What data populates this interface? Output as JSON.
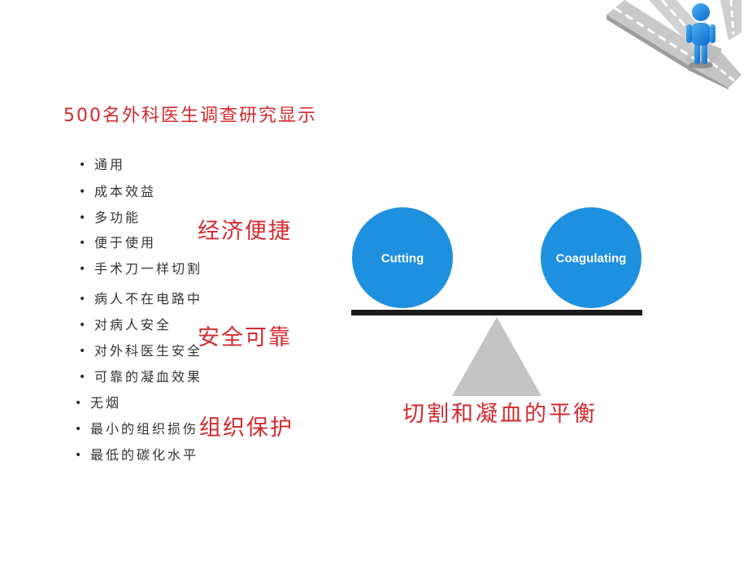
{
  "slide": {
    "title": "500名外科医生调查研究显示",
    "bullet_symbol": "•",
    "bullets": [
      "通用",
      "成本效益",
      "多功能",
      "便于使用",
      "手术刀一样切割",
      "病人不在电路中",
      "对病人安全",
      "对外科医生安全",
      "可靠的凝血效果",
      "无烟",
      "最小的组织损伤",
      "最低的碳化水平"
    ],
    "group_labels": [
      "经济便捷",
      "安全可靠",
      "组织保护"
    ],
    "balance": {
      "left_label": "Cutting",
      "right_label": "Coagulating",
      "caption": "切割和凝血的平衡"
    }
  },
  "decoration": {
    "icon": "person-on-crossroads-icon"
  },
  "colors": {
    "accent_red": "#d22a2f",
    "circle_blue": "#1e90e0",
    "beam": "#1a1a1a",
    "fulcrum": "#c4c4c4",
    "text": "#333333"
  }
}
